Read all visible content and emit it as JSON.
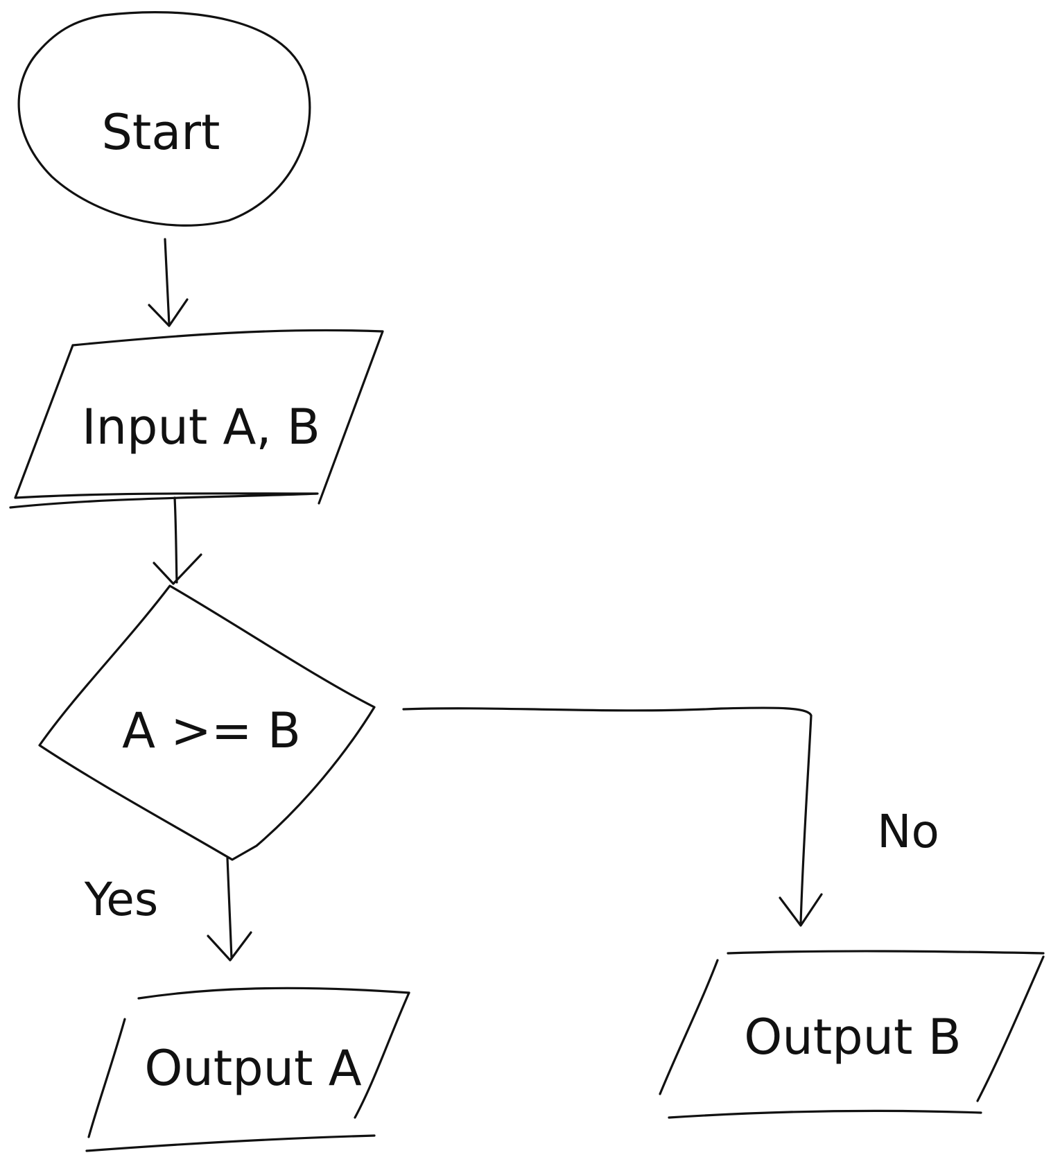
{
  "diagram": {
    "nodes": {
      "start": {
        "shape": "ellipse",
        "label": "Start"
      },
      "input": {
        "shape": "parallelogram",
        "label": "Input A, B"
      },
      "decision": {
        "shape": "diamond",
        "label": "A >= B"
      },
      "output_a": {
        "shape": "parallelogram",
        "label": "Output A"
      },
      "output_b": {
        "shape": "parallelogram",
        "label": "Output B"
      }
    },
    "edges": [
      {
        "from": "start",
        "to": "input",
        "label": ""
      },
      {
        "from": "input",
        "to": "decision",
        "label": ""
      },
      {
        "from": "decision",
        "to": "output_a",
        "label": "Yes"
      },
      {
        "from": "decision",
        "to": "output_b",
        "label": "No"
      }
    ],
    "colors": {
      "ink": "#111111",
      "paper": "#ffffff"
    }
  }
}
